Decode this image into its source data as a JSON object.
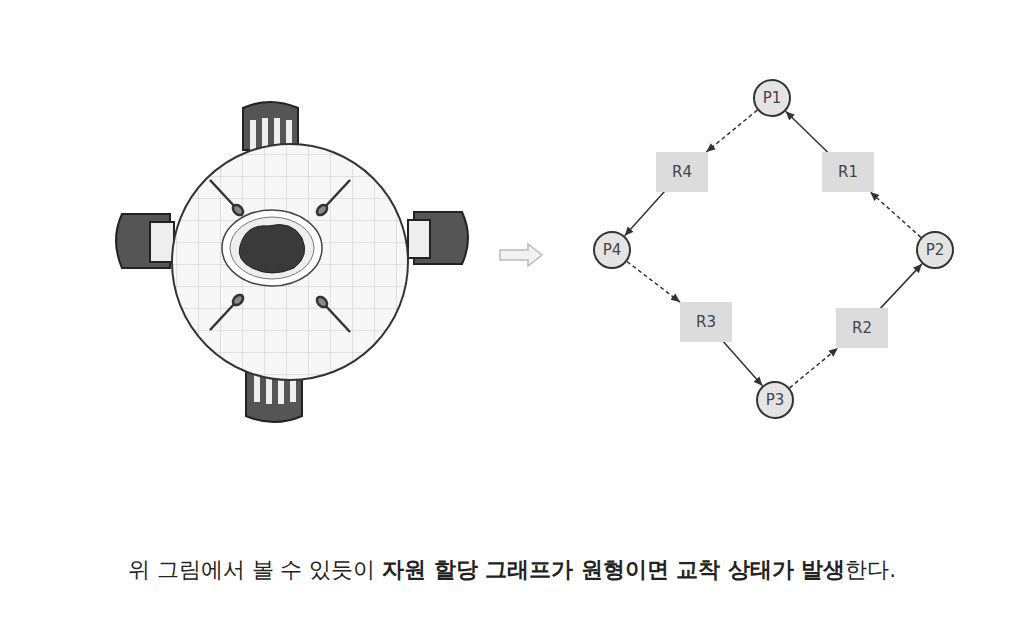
{
  "diagram": {
    "caption": "위 그림에서 볼 수 있듯이 자원 할당 그래프가 원형이면 교착 상태가 발생한다.",
    "nodes": [
      {
        "text": [
          "P1"
        ]
      },
      {
        "text": [
          "R4"
        ]
      },
      {
        "text": [
          "R1"
        ]
      },
      {
        "text": [
          "P4"
        ]
      },
      {
        "text": [
          "P2"
        ]
      },
      {
        "text": [
          "R3"
        ]
      },
      {
        "text": [
          "R2"
        ]
      },
      {
        "text": [
          "P3"
        ]
      }
    ],
    "edges": [
      {
        "from": 0,
        "to": 1,
        "arrow": "to"
      },
      {
        "from": 1,
        "to": 3,
        "arrow": "to"
      },
      {
        "from": 3,
        "to": 5,
        "arrow": "to"
      },
      {
        "from": 5,
        "to": 7,
        "arrow": "to"
      },
      {
        "from": 7,
        "to": 6,
        "arrow": "to"
      },
      {
        "from": 6,
        "to": 4,
        "arrow": "to"
      },
      {
        "from": 4,
        "to": 2,
        "arrow": "to"
      },
      {
        "from": 2,
        "to": 0,
        "arrow": "to"
      }
    ]
  }
}
